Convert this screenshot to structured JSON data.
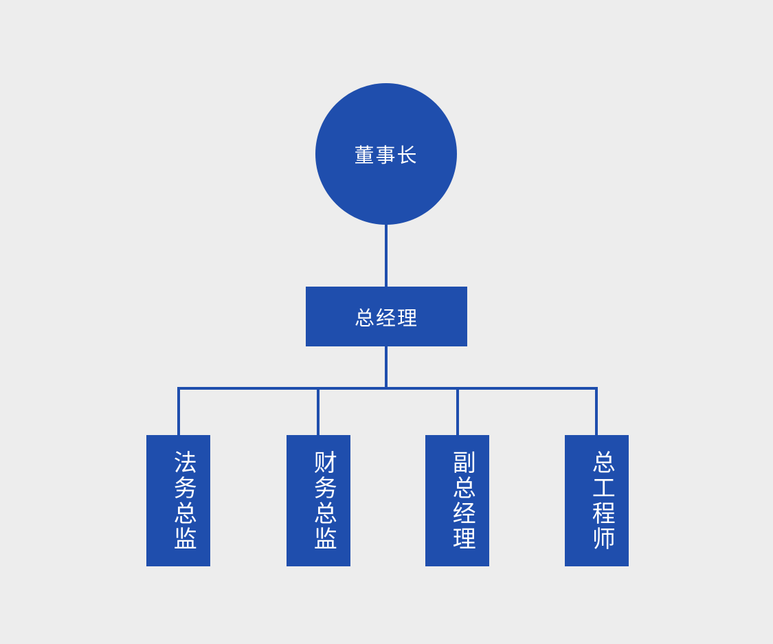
{
  "diagram": {
    "type": "organization-chart",
    "title": "",
    "background_color": "#ededed",
    "node_color": "#1f4ead",
    "node_text_color": "#ffffff",
    "connector_color": "#1f4ead",
    "orientation": "top-down",
    "levels": 3
  },
  "nodes": {
    "chairman": {
      "label": "董事长",
      "shape": "circle",
      "level": 1,
      "text_direction": "horizontal"
    },
    "general_manager": {
      "label": "总经理",
      "shape": "rectangle",
      "level": 2,
      "text_direction": "horizontal"
    },
    "legal_director": {
      "label": "法务总监",
      "shape": "rectangle",
      "level": 3,
      "text_direction": "vertical"
    },
    "finance_director": {
      "label": "财务总监",
      "shape": "rectangle",
      "level": 3,
      "text_direction": "vertical"
    },
    "deputy_general_manager": {
      "label": "副总经理",
      "shape": "rectangle",
      "level": 3,
      "text_direction": "vertical"
    },
    "chief_engineer": {
      "label": "总工程师",
      "shape": "rectangle",
      "level": 3,
      "text_direction": "vertical"
    }
  },
  "edges": [
    {
      "from": "chairman",
      "to": "general_manager"
    },
    {
      "from": "general_manager",
      "to": "legal_director"
    },
    {
      "from": "general_manager",
      "to": "finance_director"
    },
    {
      "from": "general_manager",
      "to": "deputy_general_manager"
    },
    {
      "from": "general_manager",
      "to": "chief_engineer"
    }
  ]
}
